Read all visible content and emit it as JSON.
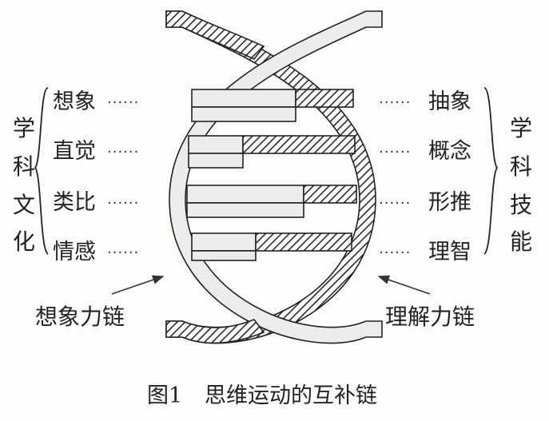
{
  "left_group": {
    "title_chars": [
      "学",
      "科",
      "文",
      "化"
    ],
    "items": [
      "想象",
      "直觉",
      "类比",
      "情感"
    ]
  },
  "right_group": {
    "title_chars": [
      "学",
      "科",
      "技",
      "能"
    ],
    "items": [
      "抽象",
      "概念",
      "形推",
      "理智"
    ]
  },
  "leaders": {
    "dots": "······"
  },
  "chains": {
    "left_label": "想象力链",
    "right_label": "理解力链"
  },
  "caption": {
    "figure": "图1",
    "text": "思维运动的互补链"
  }
}
